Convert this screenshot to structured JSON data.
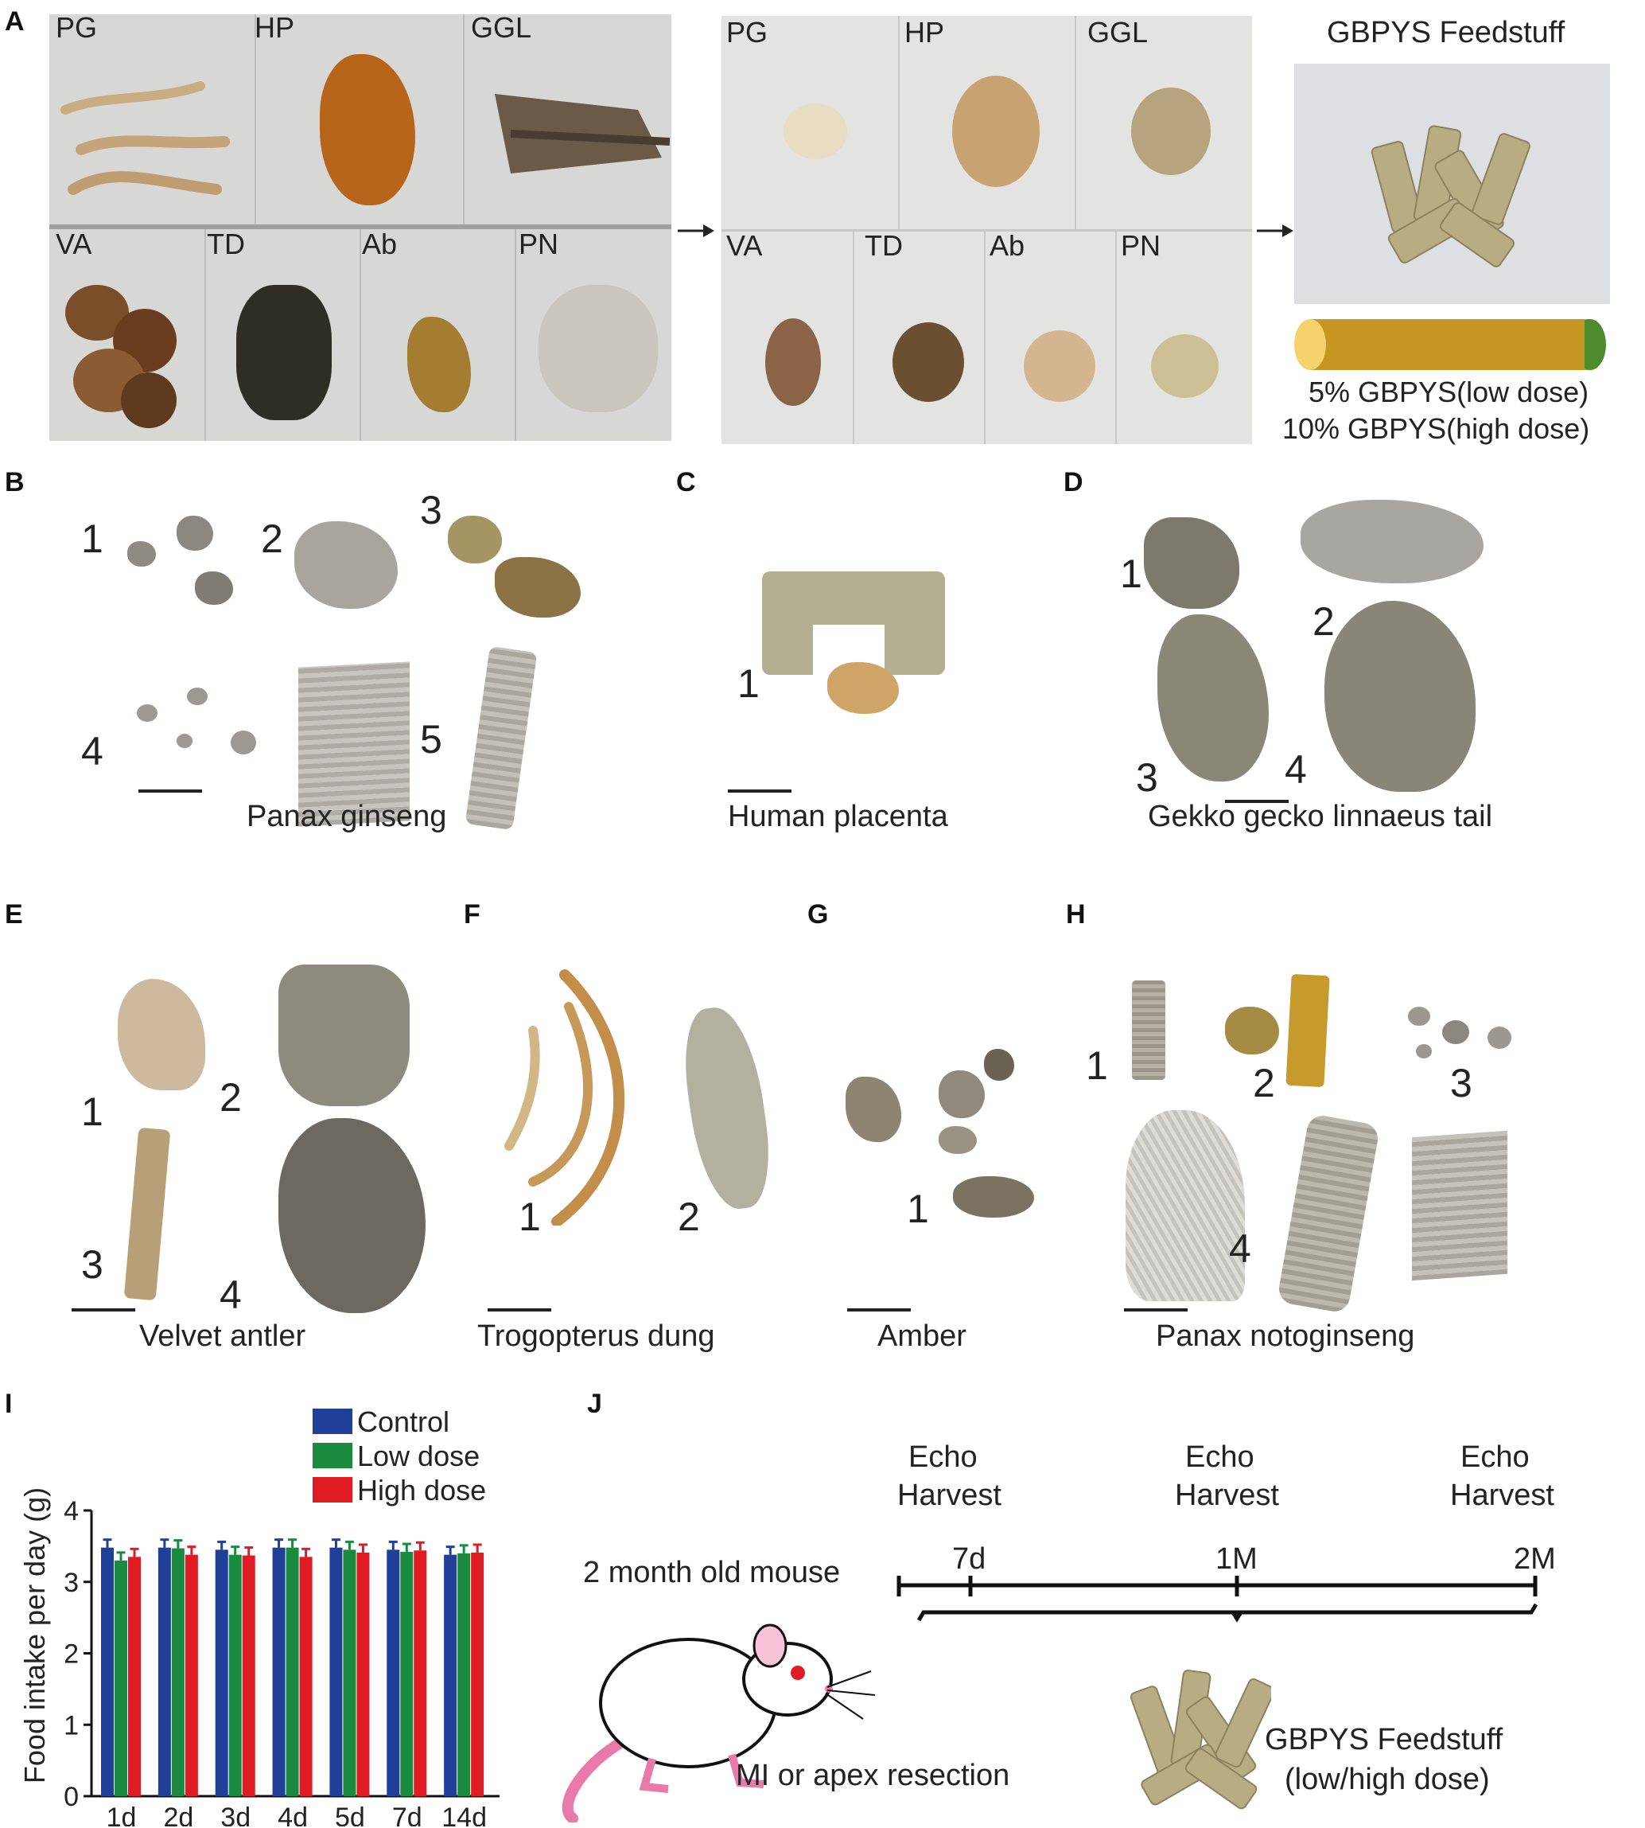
{
  "panel_letters": [
    "A",
    "B",
    "C",
    "D",
    "E",
    "F",
    "G",
    "H",
    "I",
    "J"
  ],
  "panelA": {
    "raw_labels": [
      "PG",
      "HP",
      "GGL",
      "VA",
      "TD",
      "Ab",
      "PN"
    ],
    "powder_labels": [
      "PG",
      "HP",
      "GGL",
      "VA",
      "TD",
      "Ab",
      "PN"
    ],
    "feed_title": "GBPYS Feedstuff",
    "dose_low": "5% GBPYS(low dose)",
    "dose_high": "10% GBPYS(high dose)",
    "colors": {
      "cylinder_body": "#c59722",
      "cylinder_cap": "#f6d26a",
      "cylinder_end": "#4e8a2e"
    }
  },
  "panelB": {
    "caption": "Panax ginseng",
    "numbers": [
      "1",
      "2",
      "3",
      "4",
      "5"
    ]
  },
  "panelC": {
    "caption": "Human placenta",
    "numbers": [
      "1"
    ]
  },
  "panelD": {
    "caption": "Gekko gecko linnaeus tail",
    "numbers": [
      "1",
      "2",
      "3",
      "4"
    ]
  },
  "panelE": {
    "caption": "Velvet antler",
    "numbers": [
      "1",
      "2",
      "3",
      "4"
    ]
  },
  "panelF": {
    "caption": "Trogopterus dung",
    "numbers": [
      "1",
      "2"
    ]
  },
  "panelG": {
    "caption": "Amber",
    "numbers": [
      "1"
    ]
  },
  "panelH": {
    "caption": "Panax notoginseng",
    "numbers": [
      "1",
      "2",
      "3",
      "4"
    ]
  },
  "chart_data": {
    "type": "bar",
    "ylabel": "Food intake per day (g)",
    "xlabel": "",
    "ylim": [
      0,
      4
    ],
    "yticks": [
      0,
      1,
      2,
      3,
      4
    ],
    "categories": [
      "1d",
      "2d",
      "3d",
      "4d",
      "5d",
      "7d",
      "14d"
    ],
    "series": [
      {
        "name": "Control",
        "color": "#1f3f98",
        "values": [
          3.48,
          3.48,
          3.45,
          3.48,
          3.48,
          3.45,
          3.38
        ]
      },
      {
        "name": "Low dose",
        "color": "#1a8a3f",
        "values": [
          3.3,
          3.47,
          3.38,
          3.48,
          3.45,
          3.42,
          3.4
        ]
      },
      {
        "name": "High dose",
        "color": "#e01b24",
        "values": [
          3.35,
          3.38,
          3.37,
          3.35,
          3.41,
          3.44,
          3.41
        ]
      }
    ],
    "legend_position": "top"
  },
  "panelJ": {
    "events": [
      {
        "top": "Echo",
        "bottom": "Harvest",
        "tick": "7d"
      },
      {
        "top": "Echo",
        "bottom": "Harvest",
        "tick": "1M"
      },
      {
        "top": "Echo",
        "bottom": "Harvest",
        "tick": "2M"
      }
    ],
    "mouse_label": "2 month old mouse",
    "surgery_label": "MI or apex resection",
    "feed_label_1": "GBPYS Feedstuff",
    "feed_label_2": "(low/high dose)"
  }
}
